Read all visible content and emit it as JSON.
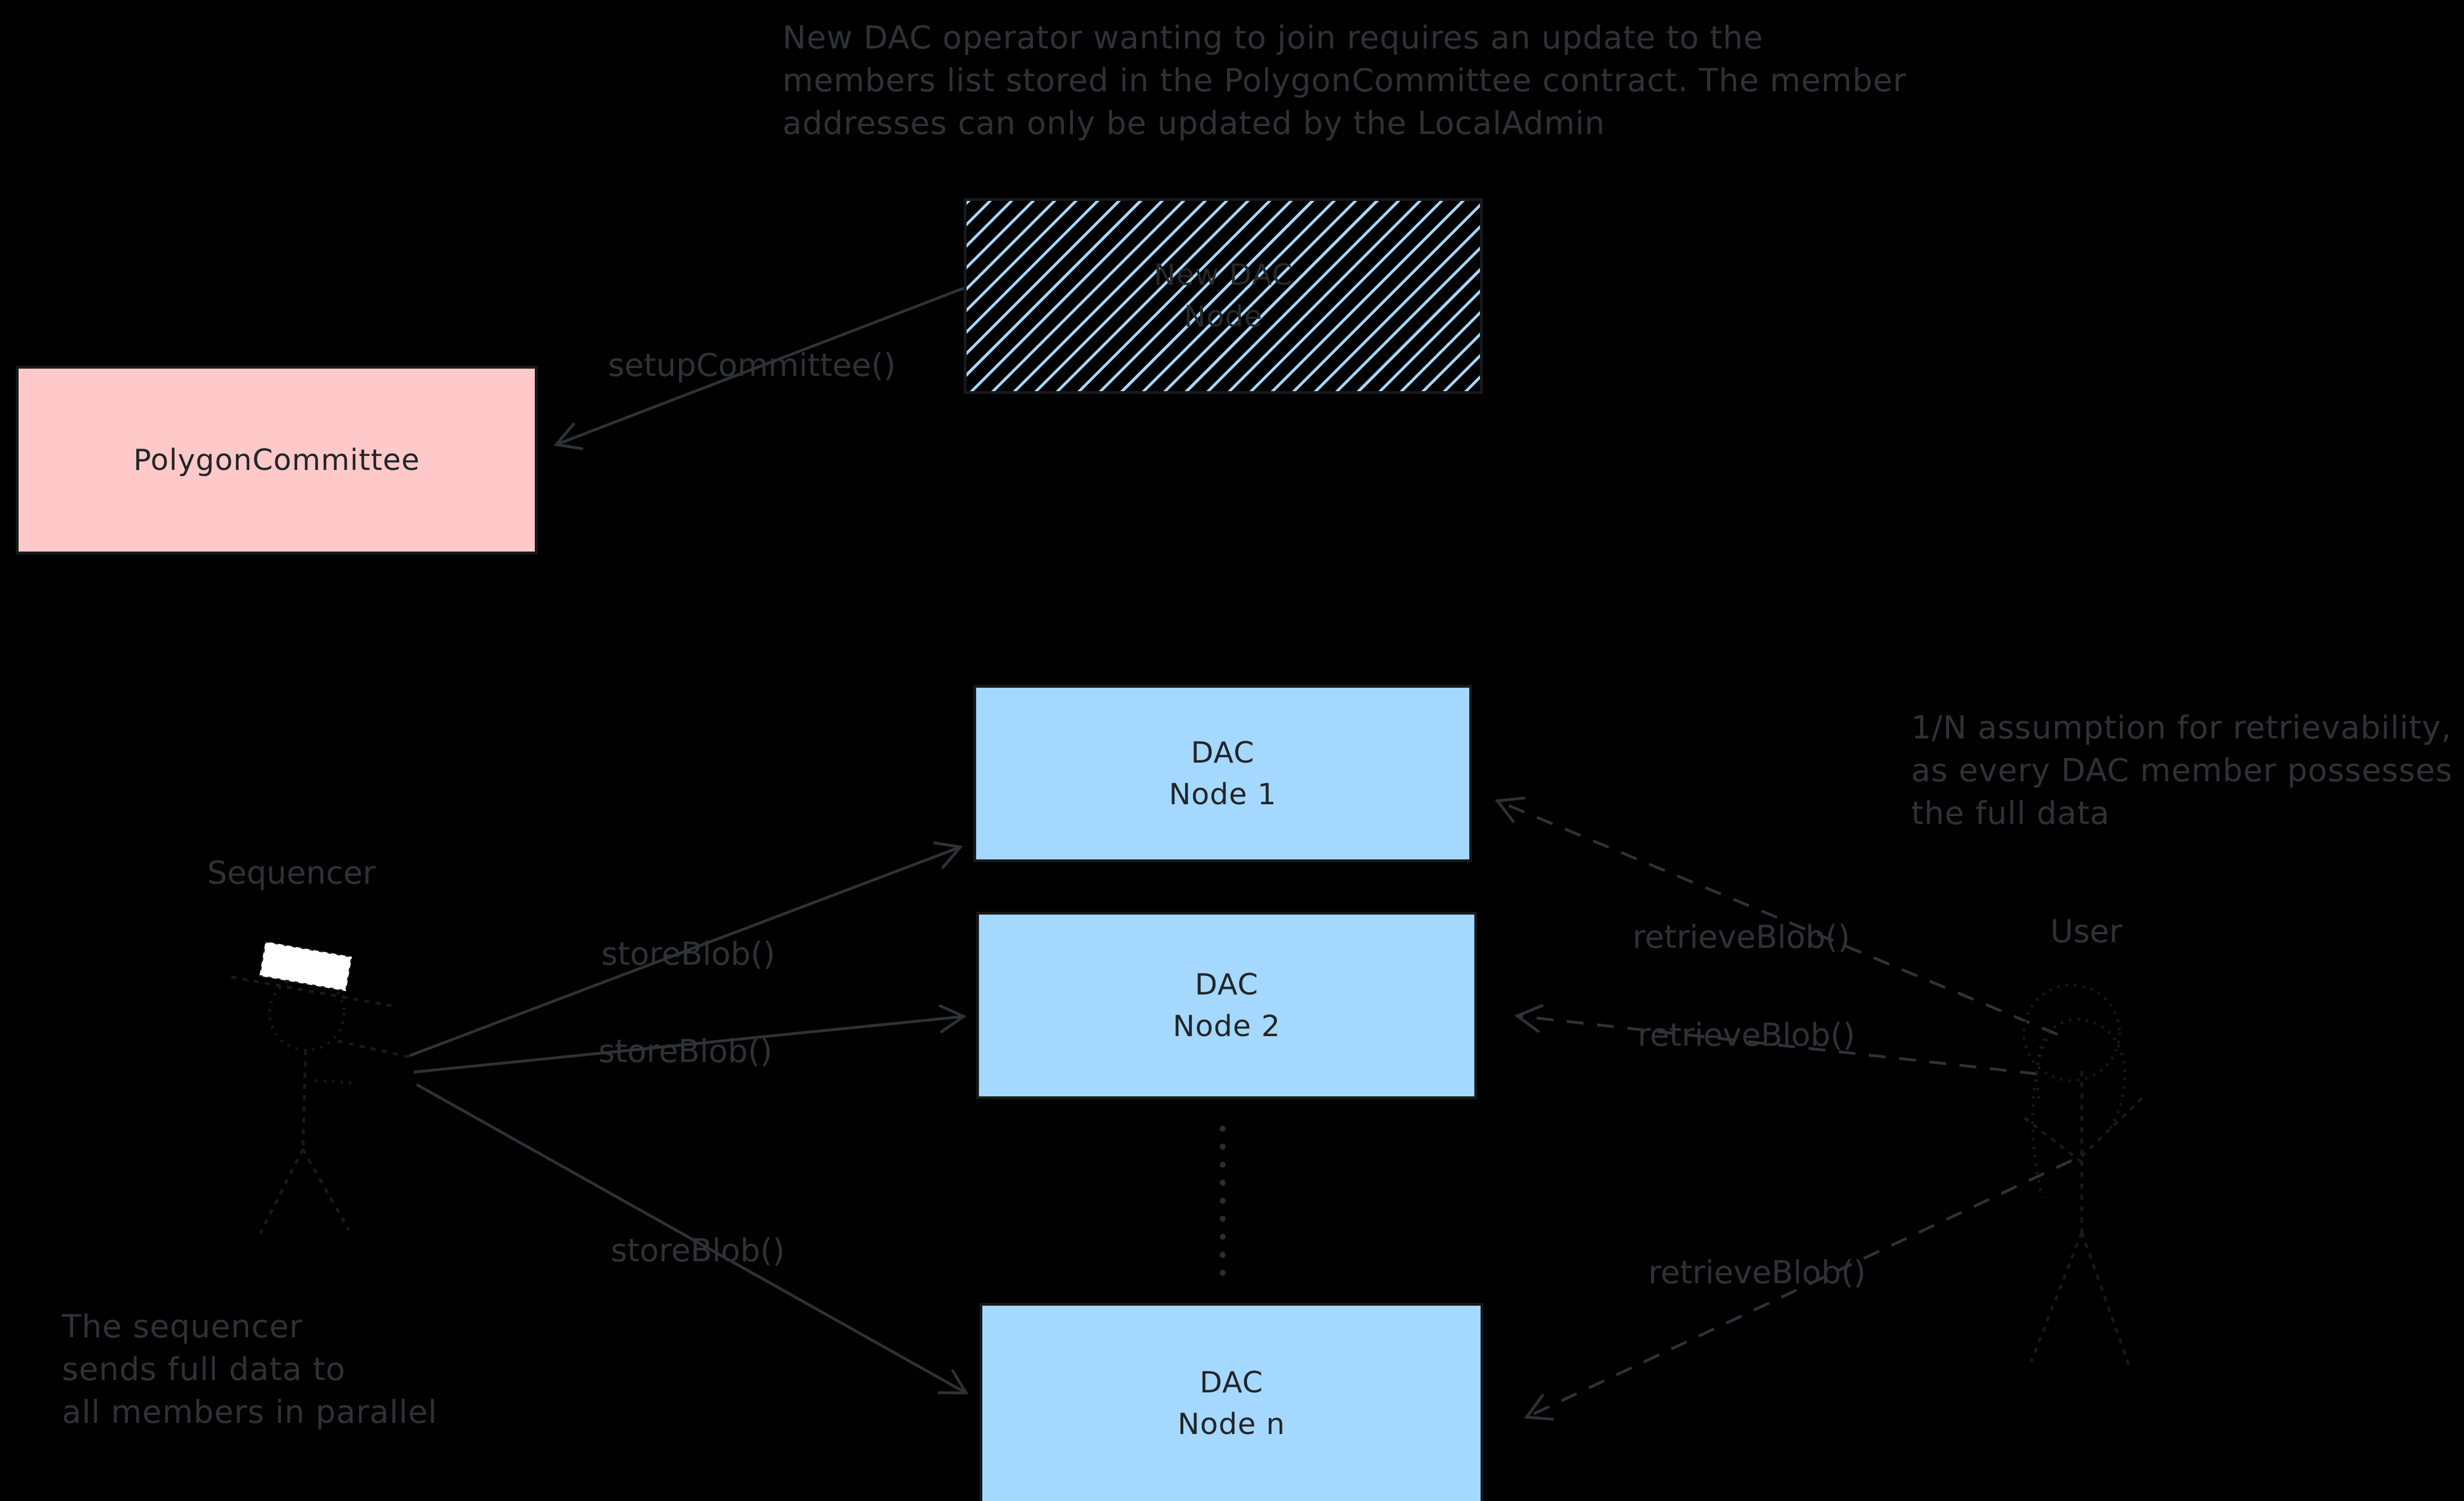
{
  "notes": {
    "top": "New DAC operator wanting to join requires an update to the\nmembers list stored in the PolygonCommittee contract. The member\naddresses can only be updated by the LocalAdmin",
    "right": "1/N assumption for retrievability,\nas every DAC member possesses\nthe full data",
    "bottom_left": "The sequencer\nsends full data to\nall members in parallel"
  },
  "boxes": {
    "new_dac_node": {
      "label": "New DAC\nNode",
      "fill_style": "blue-hachure"
    },
    "polygon_committee": {
      "label": "PolygonCommittee",
      "fill": "#ffc9c9"
    },
    "dac_node_1": {
      "label": "DAC\nNode 1",
      "fill": "#a5d8ff"
    },
    "dac_node_2": {
      "label": "DAC\nNode 2",
      "fill": "#a5d8ff"
    },
    "dac_node_n": {
      "label": "DAC\nNode n",
      "fill": "#a5d8ff"
    }
  },
  "actors": {
    "sequencer": {
      "label": "Sequencer"
    },
    "user": {
      "label": "User"
    }
  },
  "edges": {
    "setup_committee": {
      "label": "setupCommittee()",
      "style": "solid",
      "from": "New DAC Node",
      "to": "PolygonCommittee"
    },
    "store_blob_1": {
      "label": "storeBlob()",
      "style": "solid",
      "from": "Sequencer",
      "to": "DAC Node 1"
    },
    "store_blob_2": {
      "label": "storeBlob()",
      "style": "solid",
      "from": "Sequencer",
      "to": "DAC Node 2"
    },
    "store_blob_3": {
      "label": "storeBlob()",
      "style": "solid",
      "from": "Sequencer",
      "to": "DAC Node n"
    },
    "retrieve_blob_1": {
      "label": "retrieveBlob()",
      "style": "dashed",
      "from": "User",
      "to": "DAC Node 1"
    },
    "retrieve_blob_2": {
      "label": "retrieveBlob()",
      "style": "dashed",
      "from": "User",
      "to": "DAC Node 2"
    },
    "retrieve_blob_3": {
      "label": "retrieveBlob()",
      "style": "dashed",
      "from": "User",
      "to": "DAC Node n"
    }
  },
  "colors": {
    "background": "#000000",
    "ink": "#2e3236",
    "outline": "#17191b",
    "box_text": "#212528",
    "pink": "#ffc9c9",
    "blue": "#a5d8ff",
    "white": "#ffffff"
  }
}
